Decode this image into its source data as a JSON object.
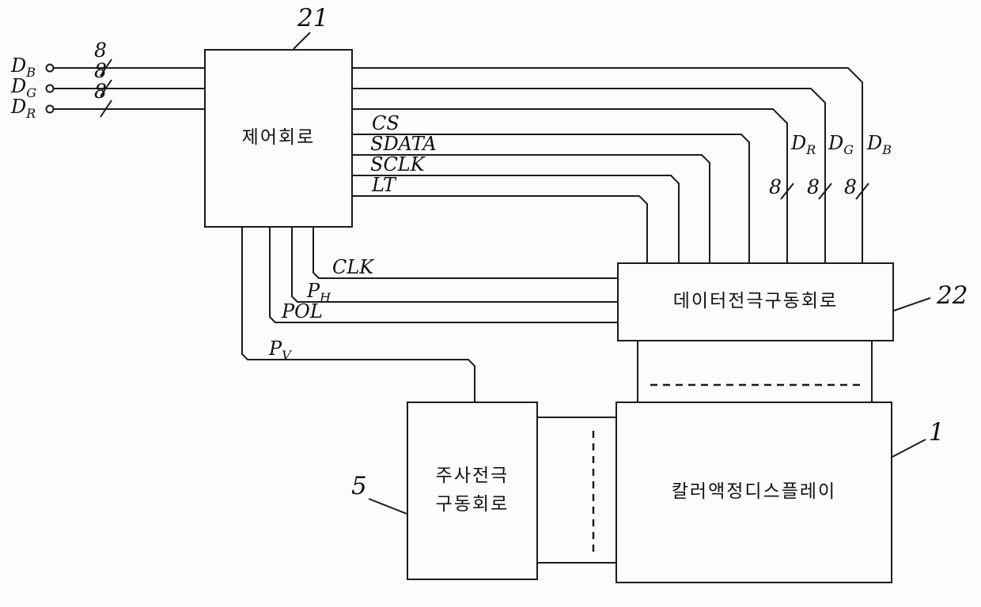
{
  "blocks": {
    "control": {
      "label": "제어회로",
      "ref": "21"
    },
    "data_driver": {
      "label": "데이터전극구동회로",
      "ref": "22"
    },
    "scan_driver": {
      "line1": "주사전극",
      "line2": "구동회로",
      "ref": "5"
    },
    "lcd": {
      "label": "칼러액정디스플레이",
      "ref": "1"
    }
  },
  "left_inputs": [
    {
      "base": "D",
      "sub": "B",
      "width": "8"
    },
    {
      "base": "D",
      "sub": "G",
      "width": "8"
    },
    {
      "base": "D",
      "sub": "R",
      "width": "8"
    }
  ],
  "control_signals": [
    {
      "name": "CS"
    },
    {
      "name": "SDATA"
    },
    {
      "name": "SCLK"
    },
    {
      "name": "LT"
    }
  ],
  "timing_signals": {
    "clk": "CLK",
    "ph": {
      "base": "P",
      "sub": "H"
    },
    "pol": "POL",
    "pv": {
      "base": "P",
      "sub": "V"
    }
  },
  "right_buses": [
    {
      "base": "D",
      "sub": "R",
      "width": "8"
    },
    {
      "base": "D",
      "sub": "G",
      "width": "8"
    },
    {
      "base": "D",
      "sub": "B",
      "width": "8"
    }
  ]
}
